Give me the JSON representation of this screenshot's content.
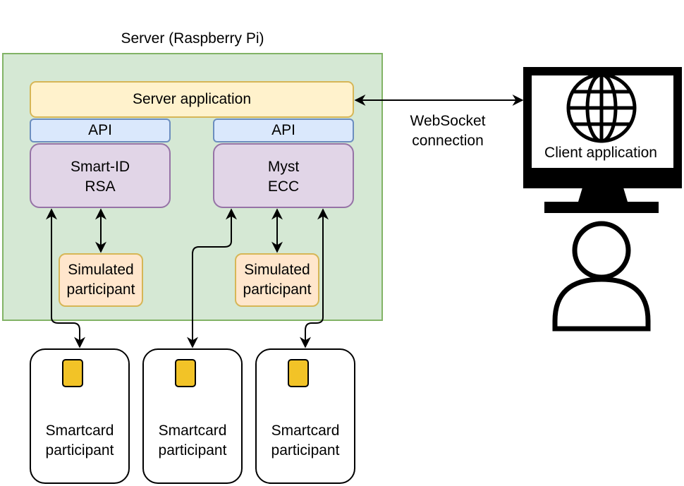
{
  "server": {
    "title": "Server (Raspberry Pi)",
    "application": "Server application",
    "api_left": "API",
    "api_right": "API",
    "lib_left": "Smart-ID\nRSA",
    "lib_right": "Myst\nECC",
    "sim_left": "Simulated\nparticipant",
    "sim_right": "Simulated\nparticipant"
  },
  "connection": {
    "label": "WebSocket\nconnection"
  },
  "client": {
    "label": "Client application"
  },
  "cards": [
    {
      "label": "Smartcard\nparticipant"
    },
    {
      "label": "Smartcard\nparticipant"
    },
    {
      "label": "Smartcard\nparticipant"
    }
  ],
  "colors": {
    "server_fill": "#d5e8d4",
    "app_fill": "#fff2cc",
    "api_fill": "#dae8fc",
    "lib_fill": "#e1d5e7",
    "sim_fill": "#ffe6cc",
    "chip_fill": "#f2c327"
  },
  "icons": [
    "globe-icon",
    "monitor-icon",
    "user-icon",
    "chip-icon"
  ]
}
